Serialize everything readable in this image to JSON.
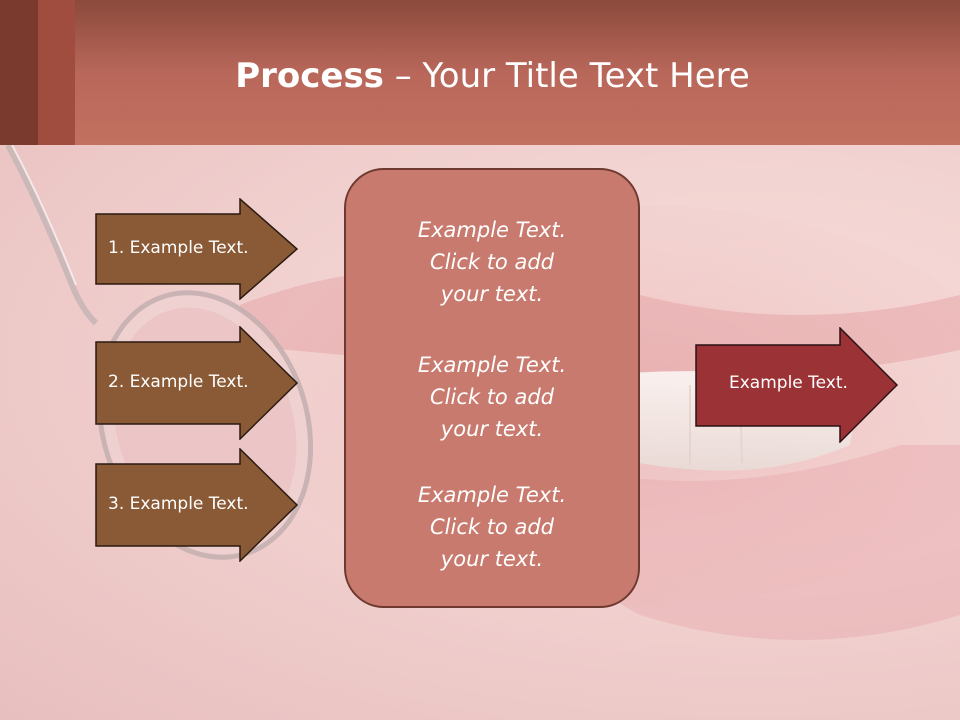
{
  "title": {
    "bold": "Process",
    "rest": " – Your Title Text Here"
  },
  "left_arrows": [
    {
      "label": "1. Example Text."
    },
    {
      "label": "2. Example Text."
    },
    {
      "label": "3. Example Text."
    }
  ],
  "center_box": {
    "items": [
      {
        "line1": "Example Text.",
        "line2": "Click  to add",
        "line3": "your text."
      },
      {
        "line1": "Example Text.",
        "line2": "Click  to add",
        "line3": "your text."
      },
      {
        "line1": "Example Text.",
        "line2": "Click  to add",
        "line3": "your text."
      }
    ]
  },
  "right_arrow": {
    "label": "Example Text."
  },
  "colors": {
    "header": "#c2705f",
    "left_arrow": "#8a5a36",
    "center_box": "#c97a6e",
    "right_arrow": "#9a3236"
  }
}
